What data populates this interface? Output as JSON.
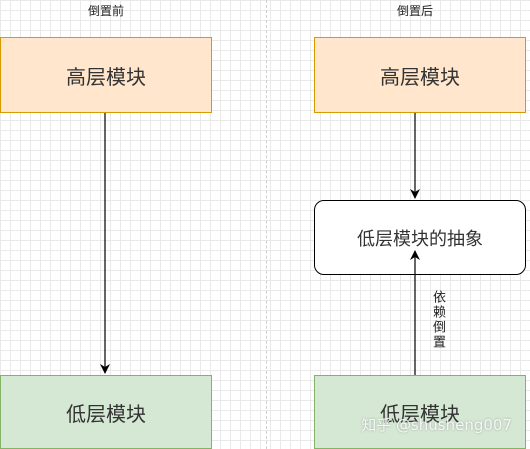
{
  "left_panel": {
    "caption": "倒置前",
    "top_box": "高层模块",
    "bottom_box": "低层模块"
  },
  "right_panel": {
    "caption": "倒置后",
    "top_box": "高层模块",
    "middle_box": "低层模块的抽象",
    "bottom_box": "低层模块",
    "arrow_label": "依赖倒置"
  },
  "watermark": "知乎 @shusheng007",
  "colors": {
    "high_fill": "#ffe6cc",
    "high_stroke": "#d79b00",
    "low_fill": "#d5e8d4",
    "low_stroke": "#82b366",
    "abstraction_fill": "#ffffff",
    "abstraction_stroke": "#000000",
    "arrow": "#000000"
  }
}
